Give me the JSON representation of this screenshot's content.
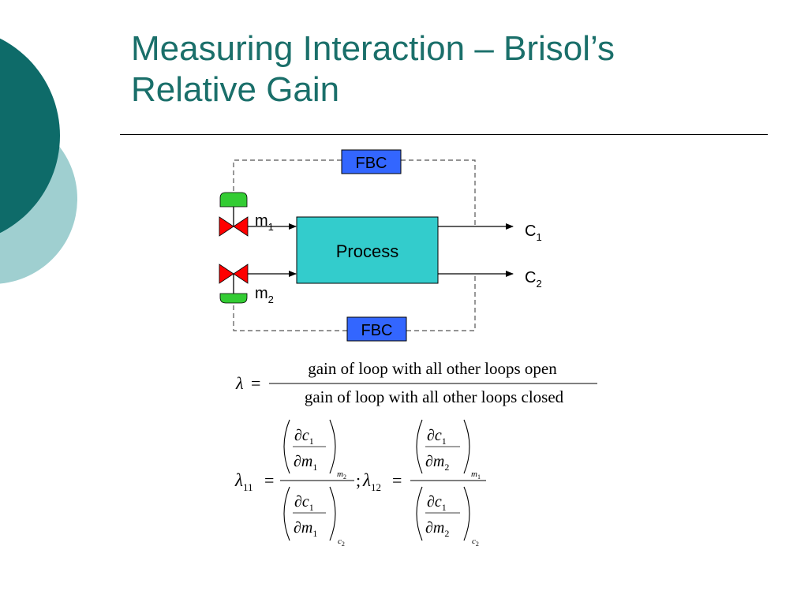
{
  "slide": {
    "title_lines": [
      "Measuring Interaction – Brisol’s",
      "Relative Gain"
    ]
  },
  "colors": {
    "title": "#1a6f6a",
    "circle_dark": "#0e6b69",
    "circle_light": "#9fcfd0",
    "process_fill": "#33cccc",
    "fbc_fill": "#3366ff",
    "valve_red": "#ff0000",
    "actuator_green": "#33cc33"
  },
  "diagram": {
    "process_label": "Process",
    "fbc_top_label": "FBC",
    "fbc_bottom_label": "FBC",
    "input_1": {
      "base": "m",
      "sub": "1"
    },
    "input_2": {
      "base": "m",
      "sub": "2"
    },
    "output_1": {
      "base": "C",
      "sub": "1"
    },
    "output_2": {
      "base": "C",
      "sub": "2"
    }
  },
  "equations": {
    "lambda_symbol": "λ",
    "equals": "=",
    "numerator_text": "gain of loop with all other loops open",
    "denominator_text": "gain of loop with all other loops closed",
    "lambda11": {
      "base": "λ",
      "sub": "11"
    },
    "lambda12": {
      "base": "λ",
      "sub": "12"
    },
    "separator": ";",
    "partial": "∂",
    "c1": {
      "base": "c",
      "sub": "1"
    },
    "m1": {
      "base": "m",
      "sub": "1"
    },
    "m2": {
      "base": "m",
      "sub": "2"
    },
    "held_m2": {
      "base": "m",
      "sub": "2"
    },
    "held_m1": {
      "base": "m",
      "sub": "1"
    },
    "held_c2": {
      "base": "c",
      "sub": "2"
    }
  }
}
